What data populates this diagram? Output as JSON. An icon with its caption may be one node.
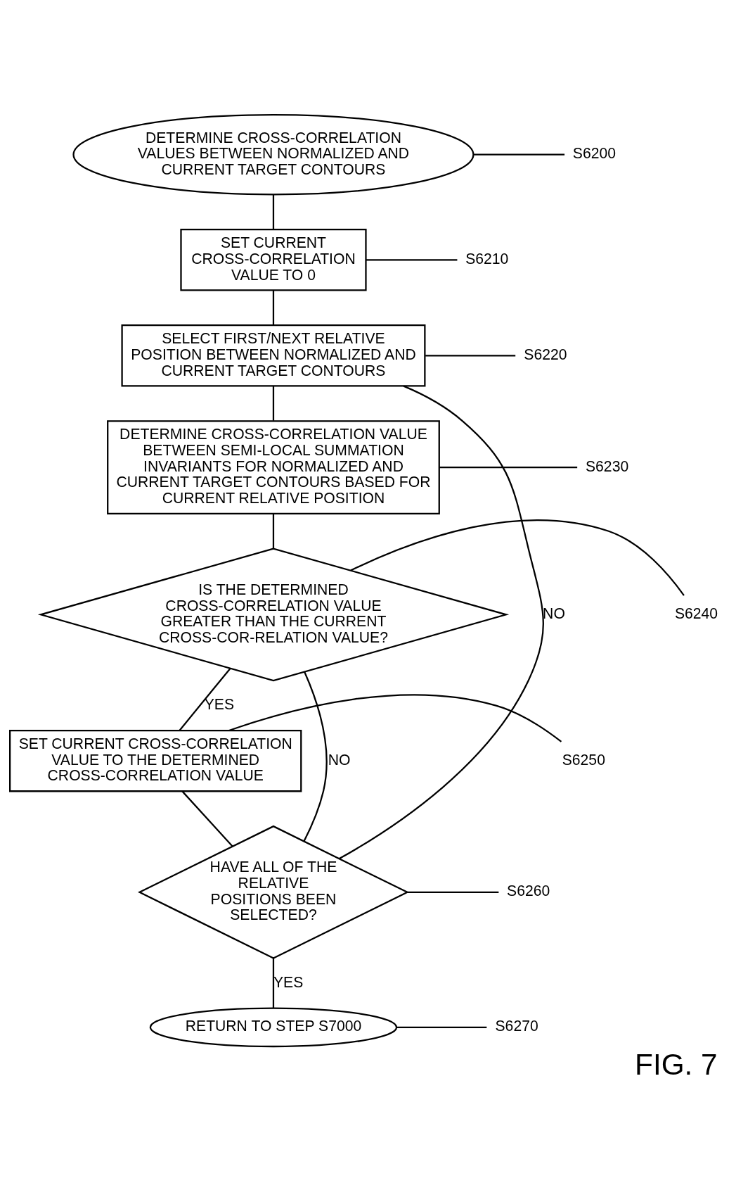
{
  "diagram": {
    "caption": "FIG. 7",
    "nodes": [
      {
        "text": [
          "DETERMINE CROSS-CORRELATION VALUES BETWEEN NORMALIZED AND CURRENT TARGET CONTOURS"
        ]
      },
      {
        "text": [
          "S6200"
        ]
      },
      {
        "text": [
          "SET CURRENT CROSS-CORRELATION VALUE TO 0"
        ]
      },
      {
        "text": [
          "S6210"
        ]
      },
      {
        "text": [
          "SELECT FIRST/NEXT RELATIVE POSITION BETWEEN NORMALIZED AND CURRENT TARGET CONTOURS"
        ]
      },
      {
        "text": [
          "S6220"
        ]
      },
      {
        "text": [
          "DETERMINE CROSS-CORRELATION VALUE BETWEEN SEMI-LOCAL SUMMATION INVARIANTS FOR NORMALIZED AND CURRENT TARGET CONTOURS BASED FOR CURRENT RELATIVE POSITION"
        ]
      },
      {
        "text": [
          "S6230"
        ]
      },
      {
        "text": [
          "IS THE DETERMINED CROSS-CORRELATION VALUE GREATER THAN THE CURRENT CROSS-COR-RELATION VALUE?"
        ]
      },
      {
        "text": [
          "S6240"
        ]
      },
      {
        "text": [
          "SET CURRENT CROSS-CORRELATION VALUE TO THE DETERMINED CROSS-CORRELATION VALUE"
        ]
      },
      {
        "text": [
          "S6250"
        ]
      },
      {
        "text": [
          "HAVE ALL OF THE RELATIVE POSITIONS BEEN SELECTED?"
        ]
      },
      {
        "text": [
          "S6260"
        ]
      },
      {
        "text": [
          "RETURN TO STEP S7000"
        ]
      },
      {
        "text": [
          "S6270"
        ]
      }
    ],
    "edges": [
      {
        "from": 0,
        "to": 2,
        "arrow": "none"
      },
      {
        "from": 2,
        "to": 4,
        "arrow": "none"
      },
      {
        "from": 4,
        "to": 6,
        "arrow": "none"
      },
      {
        "from": 6,
        "to": 8,
        "arrow": "none"
      },
      {
        "from": 8,
        "to": 10,
        "arrow": "none",
        "label": "YES"
      },
      {
        "from": 8,
        "to": 12,
        "arrow": "none",
        "label": "NO"
      },
      {
        "from": 10,
        "to": 12,
        "arrow": "none"
      },
      {
        "from": 12,
        "to": 4,
        "arrow": "none",
        "label": "NO"
      },
      {
        "from": 12,
        "to": 14,
        "arrow": "none",
        "label": "YES"
      },
      {
        "from": 1,
        "to": 0,
        "arrow": "none"
      },
      {
        "from": 3,
        "to": 2,
        "arrow": "none"
      },
      {
        "from": 5,
        "to": 4,
        "arrow": "none"
      },
      {
        "from": 7,
        "to": 6,
        "arrow": "none"
      },
      {
        "from": 9,
        "to": 8,
        "arrow": "none"
      },
      {
        "from": 11,
        "to": 10,
        "arrow": "none"
      },
      {
        "from": 13,
        "to": 12,
        "arrow": "none"
      },
      {
        "from": 15,
        "to": 14,
        "arrow": "none"
      }
    ]
  }
}
